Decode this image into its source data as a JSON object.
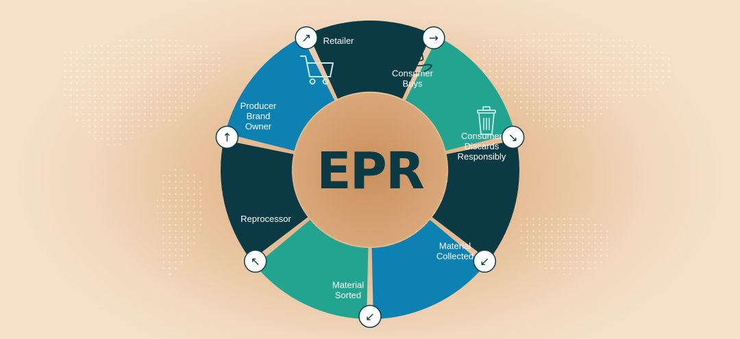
{
  "center": {
    "title": "EPR"
  },
  "colors": {
    "dark": "#0b3a44",
    "teal": "#23a490",
    "blue": "#0d81b1",
    "arrow_stroke": "#0b3a44",
    "label_text": "#ffffff"
  },
  "stages": [
    {
      "label_lines": [
        "Retailer"
      ],
      "color": "dark",
      "icon": "shopping-cart-icon"
    },
    {
      "label_lines": [
        "Consumer",
        "Buys"
      ],
      "color": "teal",
      "icon": "hand-bag-icon"
    },
    {
      "label_lines": [
        "Consumer",
        "Discards",
        "Responsibly"
      ],
      "color": "dark",
      "icon": "trash-bin-icon"
    },
    {
      "label_lines": [
        "Material",
        "Collected"
      ],
      "color": "blue",
      "icon": ""
    },
    {
      "label_lines": [
        "Material",
        "Sorted"
      ],
      "color": "teal",
      "icon": ""
    },
    {
      "label_lines": [
        "Reprocessor"
      ],
      "color": "dark",
      "icon": ""
    },
    {
      "label_lines": [
        "Producer",
        "Brand",
        "Owner"
      ],
      "color": "blue",
      "icon": ""
    }
  ],
  "arrows": [
    "→",
    "↘",
    "↙",
    "↙",
    "↖",
    "↑",
    "↗"
  ]
}
